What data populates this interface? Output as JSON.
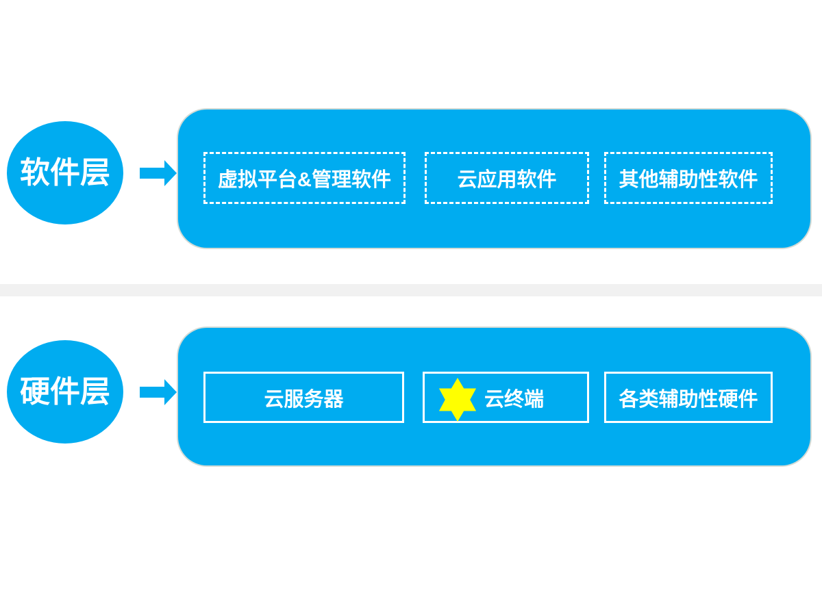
{
  "colors": {
    "primary_blue": "#00ACF0",
    "box_border_white": "#FFFFFF",
    "divider_gray": "#F1F1F1",
    "star_yellow": "#FFFF00"
  },
  "layers": [
    {
      "id": "software",
      "label": "软件层",
      "connector_icon": "arrow-right",
      "box_style": "dashed",
      "items": [
        {
          "label": "虚拟平台&管理软件"
        },
        {
          "label": "云应用软件"
        },
        {
          "label": "其他辅助性软件"
        }
      ]
    },
    {
      "id": "hardware",
      "label": "硬件层",
      "connector_icon": "arrow-right",
      "box_style": "solid",
      "items": [
        {
          "label": "云服务器"
        },
        {
          "label": "云终端",
          "icon": "six-pointed-star"
        },
        {
          "label": "各类辅助性硬件"
        }
      ]
    }
  ]
}
